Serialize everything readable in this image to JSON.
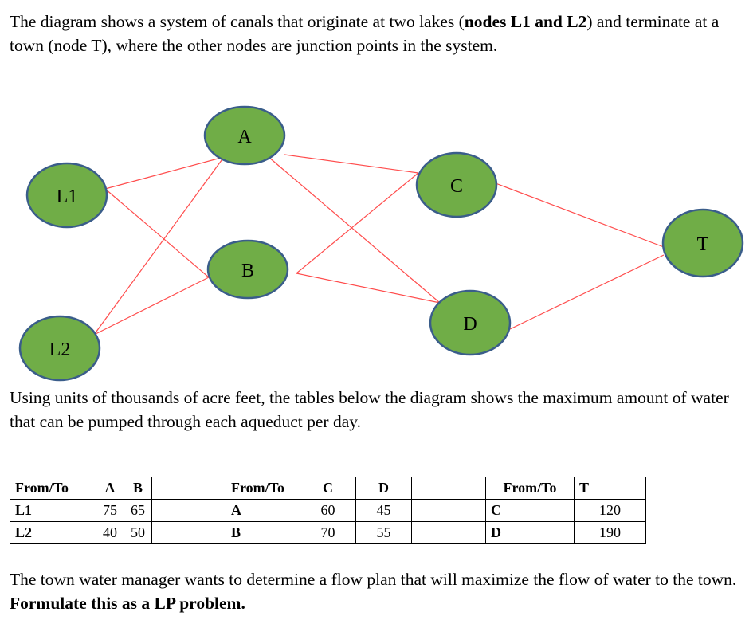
{
  "intro": {
    "text_1": "The diagram shows a system of canals that originate at two lakes (",
    "bold": "nodes L1 and L2",
    "text_2": ") and terminate at a town (node T), where the other nodes are junction points in the system."
  },
  "colors": {
    "node_fill": "#70ad47",
    "node_stroke": "#3a5d8a",
    "edge": "#ff4d4d"
  },
  "diagram": {
    "nodes": [
      {
        "id": "L1",
        "label": "L1"
      },
      {
        "id": "L2",
        "label": "L2"
      },
      {
        "id": "A",
        "label": "A"
      },
      {
        "id": "B",
        "label": "B"
      },
      {
        "id": "C",
        "label": "C"
      },
      {
        "id": "D",
        "label": "D"
      },
      {
        "id": "T",
        "label": "T"
      }
    ],
    "edges": [
      [
        "L1",
        "A"
      ],
      [
        "L1",
        "B"
      ],
      [
        "L2",
        "A"
      ],
      [
        "L2",
        "B"
      ],
      [
        "A",
        "C"
      ],
      [
        "A",
        "D"
      ],
      [
        "B",
        "C"
      ],
      [
        "B",
        "D"
      ],
      [
        "C",
        "T"
      ],
      [
        "D",
        "T"
      ]
    ]
  },
  "units_text": "Using units of thousands of acre feet, the tables below the diagram shows the maximum amount of water that can be pumped through each aqueduct per day.",
  "table": {
    "header": [
      "From/To",
      "A",
      "B",
      "",
      "From/To",
      "C",
      "D",
      "",
      "From/To",
      "T"
    ],
    "rows": [
      [
        "L1",
        "75",
        "65",
        "",
        "A",
        "60",
        "45",
        "",
        "C",
        "120"
      ],
      [
        "L2",
        "40",
        "50",
        "",
        "B",
        "70",
        "55",
        "",
        "D",
        "190"
      ]
    ]
  },
  "closing": {
    "text": "The town water manager wants to determine a flow plan that will maximize the flow of water to the town. ",
    "bold": "Formulate this as a LP problem."
  }
}
